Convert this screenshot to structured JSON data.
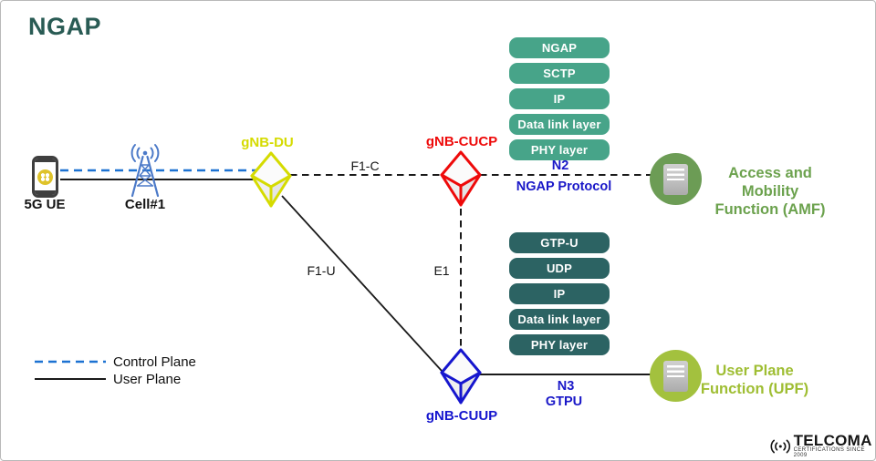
{
  "title": "NGAP",
  "colors": {
    "title-teal": "#295B54",
    "stack-green": "#47A489",
    "stack-teal": "#2C6363",
    "cube-yellow": "#D5DB00",
    "cube-red": "#EE0A0A",
    "cube-blue": "#1616CE",
    "control-blue": "#1D72D2",
    "label-blue": "#1A18C8",
    "amf-green": "#6C9C55",
    "amf-text": "#6CA24E",
    "upf-green": "#A3C13E",
    "upf-text": "#9FBE33",
    "antenna-blue": "#4C7AC8",
    "ue-yellow": "#DFC32A",
    "line-black": "#1A1A1A"
  },
  "nodes": {
    "ue": {
      "label": "5G UE"
    },
    "cell": {
      "label": "Cell#1"
    },
    "du": {
      "label": "gNB-DU"
    },
    "cucp": {
      "label": "gNB-CUCP"
    },
    "cuup": {
      "label": "gNB-CUUP"
    },
    "amf": {
      "label_line1": "Access and Mobility",
      "label_line2": "Function (AMF)"
    },
    "upf": {
      "label_line1": "User Plane",
      "label_line2": "Function (UPF)"
    }
  },
  "links": {
    "f1c": "F1-C",
    "f1u": "F1-U",
    "e1": "E1",
    "n2": "N2",
    "n2_protocol": "NGAP Protocol",
    "n3": "N3",
    "n3_protocol": "GTPU"
  },
  "control_stack": {
    "layers": [
      "NGAP",
      "SCTP",
      "IP",
      "Data link layer",
      "PHY layer"
    ]
  },
  "user_stack": {
    "layers": [
      "GTP-U",
      "UDP",
      "IP",
      "Data link layer",
      "PHY layer"
    ]
  },
  "legend": {
    "control": "Control Plane",
    "user": "User Plane"
  },
  "logo": {
    "name": "TELCOMA",
    "tagline": "CERTIFICATIONS SINCE 2009"
  }
}
